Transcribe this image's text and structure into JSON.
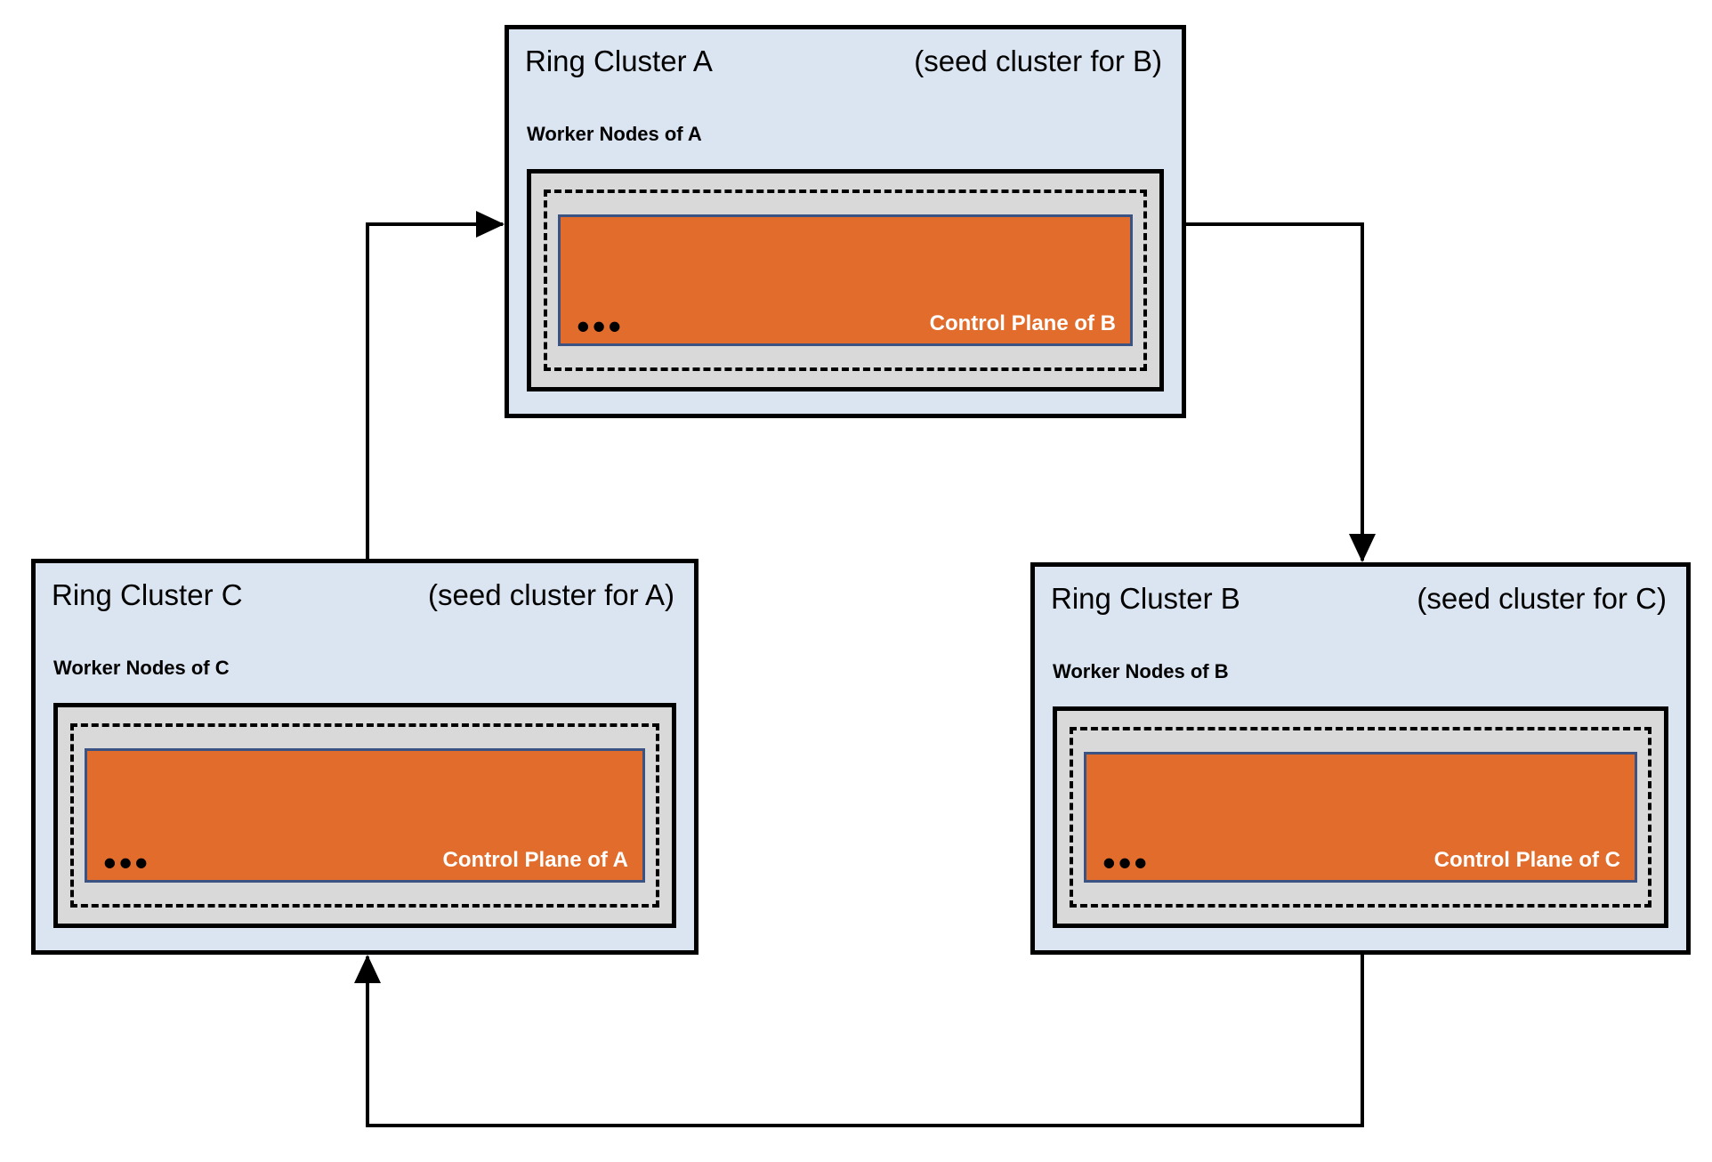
{
  "colors": {
    "cluster_bg": "#dbe5f2",
    "worker_box_bg": "#d9d9d9",
    "control_plane_bg": "#e16c2b",
    "control_plane_border": "#3a5383",
    "line_color": "#000000"
  },
  "clusters": [
    {
      "name": "Ring Cluster A",
      "seed_note": "(seed cluster for B)",
      "worker_label": "Worker Nodes of A",
      "dots": "•••",
      "control_plane_label": "Control Plane of B"
    },
    {
      "name": "Ring Cluster C",
      "seed_note": "(seed cluster for A)",
      "worker_label": "Worker Nodes of C",
      "dots": "•••",
      "control_plane_label": "Control Plane of A"
    },
    {
      "name": "Ring Cluster B",
      "seed_note": "(seed cluster for C)",
      "worker_label": "Worker Nodes of B",
      "dots": "•••",
      "control_plane_label": "Control Plane of C"
    }
  ],
  "arrows": [
    {
      "from": "Ring Cluster C",
      "to": "Ring Cluster A"
    },
    {
      "from": "Ring Cluster A",
      "to": "Ring Cluster B"
    },
    {
      "from": "Ring Cluster B",
      "to": "Ring Cluster C"
    }
  ]
}
